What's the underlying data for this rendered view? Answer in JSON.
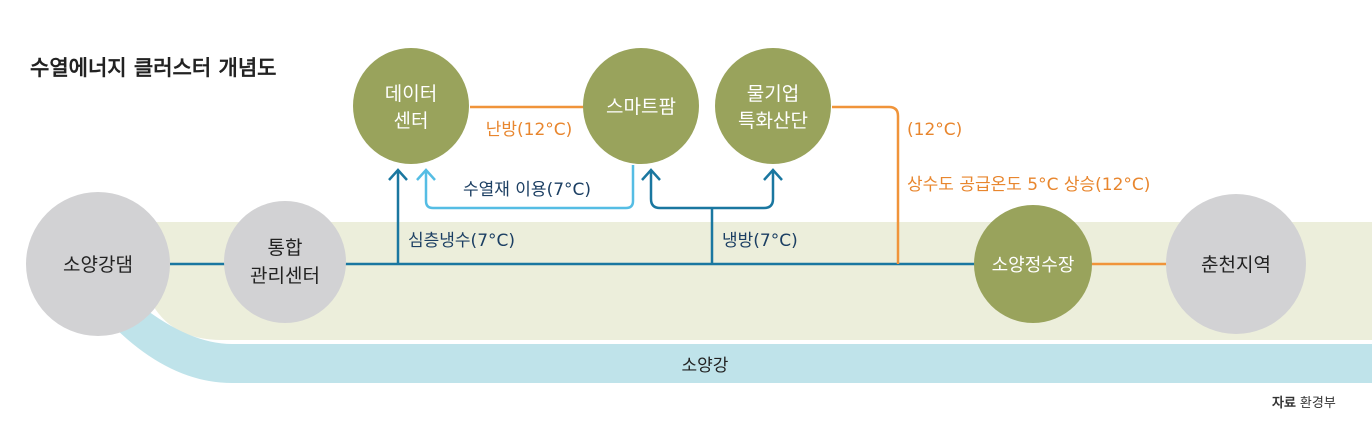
{
  "title": "수열에너지 클러스터 개념도",
  "source": {
    "label": "자료",
    "value": "환경부"
  },
  "colors": {
    "green_node": "#99a35c",
    "gray_node": "#d2d2d4",
    "pipe_blue": "#1a77a0",
    "reuse_blue": "#55bde4",
    "heat_orange": "#f0943a",
    "river": "#bfe3ea",
    "zone": "#eceedb"
  },
  "nodes": {
    "dam": "소양강댐",
    "control_line1": "통합",
    "control_line2": "관리센터",
    "datacenter_line1": "데이터",
    "datacenter_line2": "센터",
    "smartfarm": "스마트팜",
    "industry_line1": "물기업",
    "industry_line2": "특화산단",
    "purification": "소양정수장",
    "chuncheon": "춘천지역"
  },
  "flows": {
    "heating": "난방(12°C)",
    "reuse": "수열재 이용(7°C)",
    "deep_cold": "심층냉수(7°C)",
    "cooling": "냉방(7°C)",
    "temp_12": "(12°C)",
    "supply_rise": "상수도 공급온도 5°C 상승(12°C)"
  },
  "river_label": "소양강"
}
